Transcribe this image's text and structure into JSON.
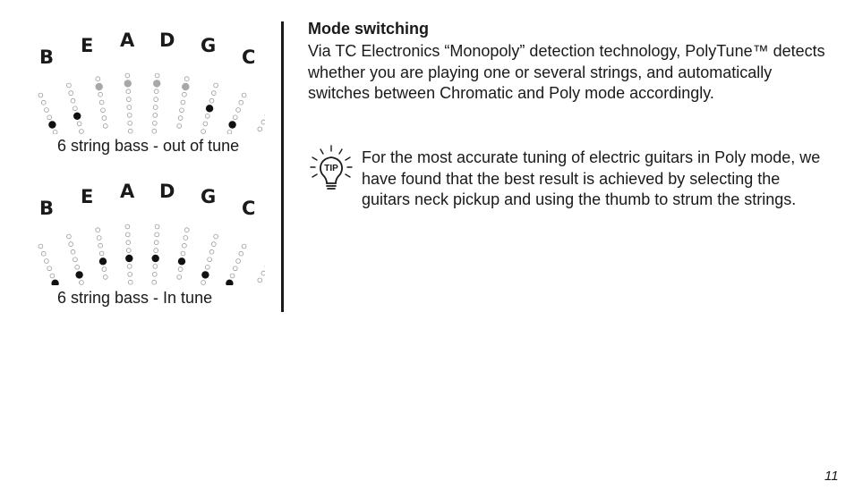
{
  "diagrams": [
    {
      "notes": [
        "B",
        "E",
        "A",
        "D",
        "G",
        "C"
      ],
      "caption": "6 string bass - out of tune",
      "state": "out of tune"
    },
    {
      "notes": [
        "B",
        "E",
        "A",
        "D",
        "G",
        "C"
      ],
      "caption": "6 string bass - In tune",
      "state": "in tune"
    }
  ],
  "section": {
    "heading": "Mode switching",
    "body": "Via TC Electronics “Monopoly” detection technology, PolyTune™ detects whether you are playing one or several strings, and automatically switches between Chromatic and Poly mode accordingly."
  },
  "tip": {
    "icon": "tip-lightbulb-icon",
    "icon_label": "TIP",
    "text": "For the most accurate tuning of electric guitars in Poly mode, we have found that the best result is achieved by selecting the guitars neck pickup and using the thumb to strum the strings."
  },
  "page_number": "11",
  "colors": {
    "text": "#1a1a1a",
    "led_on": "#111111",
    "led_dim": "#a8a8a8",
    "led_off_outline": "#9a9a9a"
  }
}
